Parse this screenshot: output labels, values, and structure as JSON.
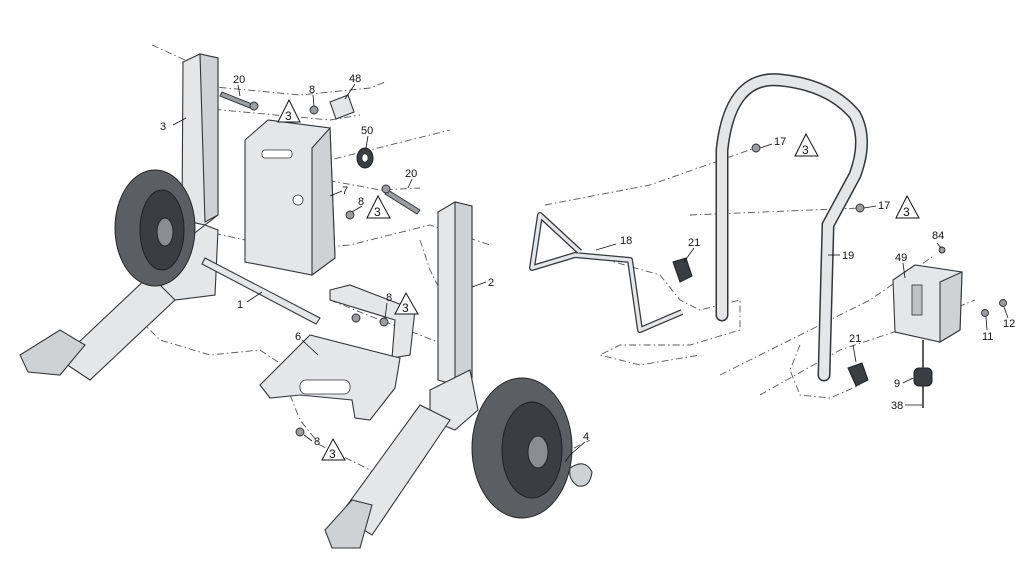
{
  "callouts": {
    "c1": "1",
    "c2": "2",
    "c3": "3",
    "c4": "4",
    "c6": "6",
    "c7": "7",
    "c8a": "8",
    "c8b": "8",
    "c8c": "8",
    "c8d": "8",
    "c9": "9",
    "c11": "11",
    "c12": "12",
    "c17a": "17",
    "c17b": "17",
    "c18": "18",
    "c19": "19",
    "c20a": "20",
    "c20b": "20",
    "c21a": "21",
    "c21b": "21",
    "c38": "38",
    "c48": "48",
    "c49": "49",
    "c50": "50",
    "c84": "84"
  },
  "warning_symbols": {
    "w1": "3",
    "w2": "3",
    "w3": "3",
    "w4": "3",
    "w5": "3",
    "w6": "3"
  }
}
